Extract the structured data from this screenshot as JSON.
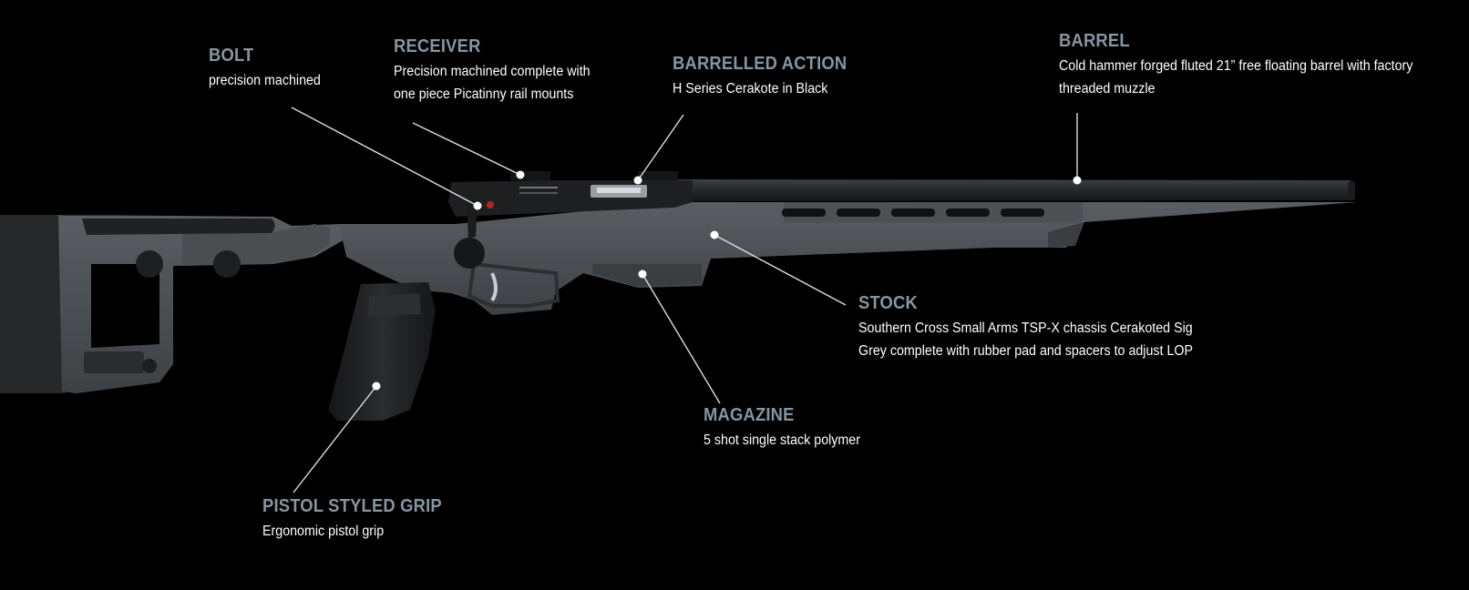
{
  "colors": {
    "background": "#000000",
    "title": "#8595a1",
    "text": "#ffffff",
    "leader": "#dddddd",
    "chassis": "#4b4f52",
    "barrel": "#232629",
    "grip": "#1e2022"
  },
  "callouts": [
    {
      "id": "bolt",
      "title": "BOLT",
      "desc": [
        "precision machined"
      ]
    },
    {
      "id": "receiver",
      "title": "RECEIVER",
      "desc": [
        "Precision machined complete with",
        "one piece Picatinny rail mounts"
      ]
    },
    {
      "id": "barrelled-action",
      "title": "BARRELLED ACTION",
      "desc": [
        "H Series Cerakote in Black"
      ]
    },
    {
      "id": "barrel",
      "title": "BARREL",
      "desc": [
        "Cold hammer forged fluted 21” free floating barrel with factory",
        "threaded muzzle"
      ]
    },
    {
      "id": "stock",
      "title": "STOCK",
      "desc": [
        "Southern Cross Small Arms TSP-X chassis Cerakoted Sig",
        "Grey complete with rubber pad and spacers to adjust LOP"
      ]
    },
    {
      "id": "magazine",
      "title": "MAGAZINE",
      "desc": [
        "5 shot single stack polymer"
      ]
    },
    {
      "id": "pistol-grip",
      "title": "PISTOL STYLED GRIP",
      "desc": [
        "Ergonomic pistol grip"
      ]
    }
  ]
}
